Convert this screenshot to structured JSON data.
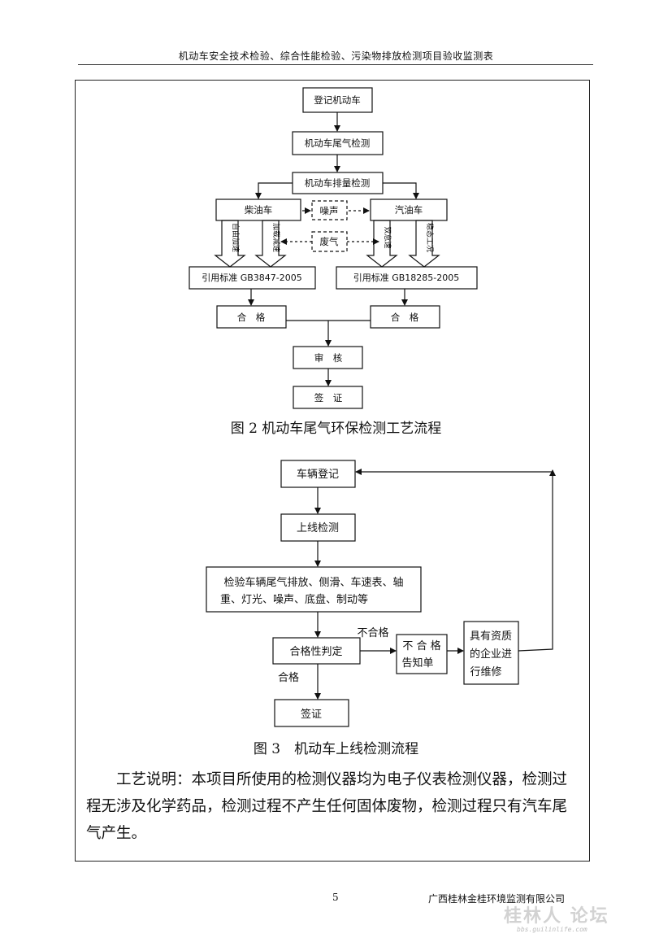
{
  "header": {
    "title": "机动车安全技术检验、综合性能检验、污染物排放检测项目验收监测表"
  },
  "figure2": {
    "register": "登记机动车",
    "exhaust_test": "机动车尾气检测",
    "emission_test": "机动车排量检测",
    "diesel": "柴油车",
    "gasoline": "汽油车",
    "noise": "噪声",
    "exhaust_gas": "废气",
    "diesel_method_1": "加载减速",
    "diesel_method_2": "自由加速",
    "gas_method_1": "双怠速",
    "gas_method_2": "稳态工况",
    "std_diesel": "引用标准 GB3847-2005",
    "std_gas": "引用标准 GB18285-2005",
    "pass_left": "合　格",
    "pass_right": "合　格",
    "review": "审　核",
    "issue": "签　证",
    "caption": "图 2  机动车尾气环保检测工艺流程"
  },
  "figure3": {
    "register": "车辆登记",
    "online_test": "上线检测",
    "items_line1": "检验车辆尾气排放、侧滑、车速表、轴",
    "items_line2": "重、灯光、噪声、底盘、制动等",
    "judge": "合格性判定",
    "fail_label": "不合格",
    "pass_label": "合格",
    "notice_line1": "不 合 格",
    "notice_line2": "告知单",
    "repair_line1": "具有资质",
    "repair_line2": "的企业进",
    "repair_line3": "行维修",
    "issue": "签证",
    "caption": "图 3　机动车上线检测流程"
  },
  "description": "工艺说明：本项目所使用的检测仪器均为电子仪表检测仪器，检测过程无涉及化学药品，检测过程不产生任何固体废物，检测过程只有汽车尾气产生。",
  "footer": {
    "page_number": "5",
    "company": "广西桂林金桂环境监测有限公司"
  },
  "watermark": {
    "text": "桂林人 论坛",
    "url": "bbs.guilinlife.com"
  }
}
